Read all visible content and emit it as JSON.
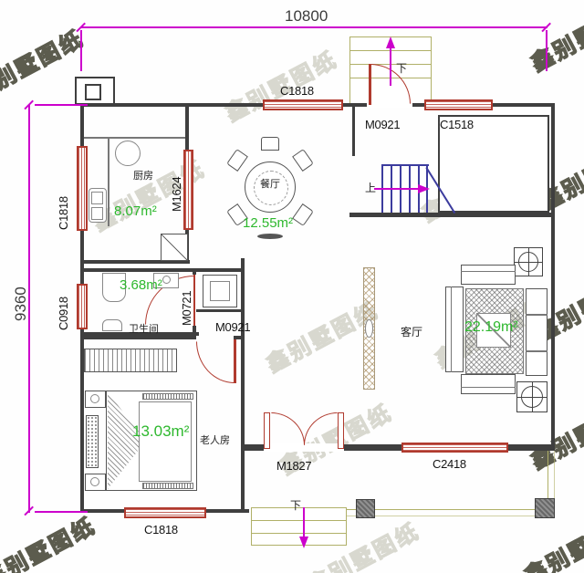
{
  "watermark": {
    "text": "鑫别墅图纸"
  },
  "dimensions": {
    "width_total": "10800",
    "height_total": "9360"
  },
  "rooms": {
    "kitchen": {
      "name": "厨房",
      "area": "8.07m²"
    },
    "dining": {
      "name": "餐厅",
      "area": "12.55m²"
    },
    "bathroom": {
      "name": "卫生间",
      "area": "3.68m²"
    },
    "elder_room": {
      "name": "老人房",
      "area": "13.03m²"
    },
    "living_room": {
      "name": "客厅",
      "area": "22.19m²"
    }
  },
  "openings": {
    "top_window_left": "C1818",
    "top_entry_door": "M0921",
    "top_window_right": "C1518",
    "kitchen_side_window": "C1818",
    "kitchen_door": "M1624",
    "bathroom_window": "C0918",
    "bathroom_door": "M0721",
    "bedroom_door": "M0921",
    "front_double_door": "M1827",
    "living_window": "C2418",
    "bottom_window": "C1818"
  },
  "stairs": {
    "up": "上",
    "down_top": "下",
    "down_bottom": "下"
  },
  "colors": {
    "wall": "#3f3f3f",
    "opening_red": "#b03a2e",
    "dimension_magenta": "#cc00cc",
    "area_green": "#2eb82e",
    "stair_blue": "#3c3c9e",
    "porch_olive": "#b0b068"
  }
}
